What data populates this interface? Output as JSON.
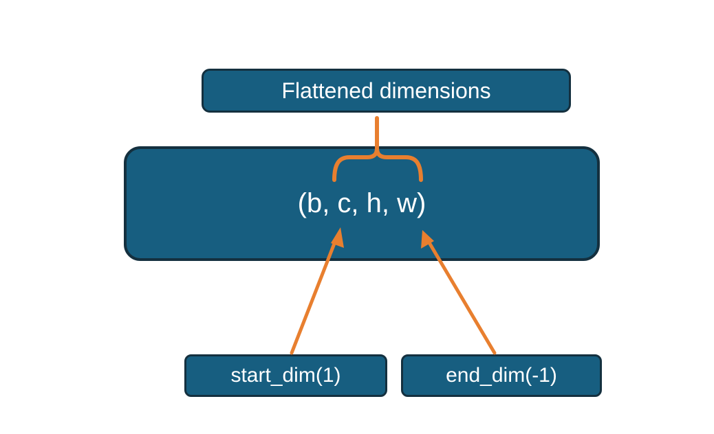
{
  "diagram": {
    "top_box": {
      "label": "Flattened dimensions"
    },
    "main_box": {
      "label": "(b, c, h, w)"
    },
    "bottom_left_box": {
      "label": "start_dim(1)"
    },
    "bottom_right_box": {
      "label": "end_dim(-1)"
    }
  },
  "colors": {
    "background": "#ffffff",
    "box_fill": "#175e80",
    "box_border": "#14303f",
    "box_text": "#ffffff",
    "arrow": "#e87f2f"
  }
}
